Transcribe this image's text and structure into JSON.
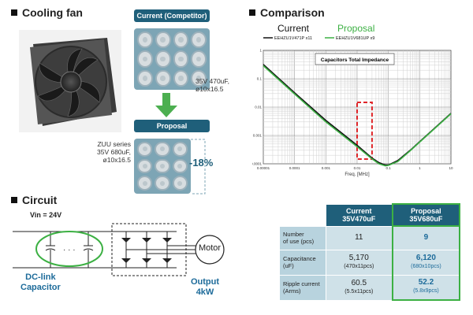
{
  "sections": {
    "fan": "Cooling fan",
    "comparison": "Comparison",
    "circuit": "Circuit"
  },
  "fan": {
    "current_label": "Current (Competitor)",
    "current_spec": [
      "35V 470uF,",
      "ø10x16.5"
    ],
    "proposal_label": "Proposal",
    "proposal_spec": [
      "ZUU series",
      "35V 680uF,",
      "ø10x16.5"
    ],
    "reduction": "-18%",
    "current_caps": 12,
    "proposal_caps": 9
  },
  "chart_data": {
    "type": "line",
    "title": "Capacitors Total Impedance",
    "xlabel": "Freq. [MHz]",
    "ylabel": "",
    "x_scale": "log",
    "y_scale": "log",
    "xlim": [
      1e-05,
      10
    ],
    "ylim": [
      0.0001,
      1
    ],
    "x_ticks": [
      "0.00001",
      "0.0001",
      "0.001",
      "0.01",
      "0.1",
      "1",
      "10"
    ],
    "y_ticks": [
      "1",
      "0.1",
      "0.01",
      "0.001",
      "0.0001"
    ],
    "legend_titles": {
      "current": "Current",
      "proposal": "Proposal"
    },
    "grid": true,
    "highlight_x_range": [
      0.01,
      0.03
    ],
    "series": [
      {
        "name": "EEHZU1V471P x11",
        "color": "#111111",
        "x": [
          1e-05,
          0.0001,
          0.001,
          0.01,
          0.03,
          0.05,
          0.08,
          0.1,
          0.2,
          0.5,
          1,
          10
        ],
        "y": [
          0.32,
          0.032,
          0.0034,
          0.00045,
          0.00016,
          0.00011,
          9e-05,
          9e-05,
          0.00013,
          0.0003,
          0.0006,
          0.006
        ]
      },
      {
        "name": "EEHZU1V681UP x9",
        "color": "#3cb043",
        "x": [
          1e-05,
          0.0001,
          0.001,
          0.01,
          0.03,
          0.05,
          0.08,
          0.1,
          0.2,
          0.5,
          1,
          10
        ],
        "y": [
          0.29,
          0.029,
          0.003,
          0.0004,
          0.00015,
          0.0001,
          8.5e-05,
          8.8e-05,
          0.00012,
          0.00029,
          0.00058,
          0.0058
        ]
      }
    ]
  },
  "circuit": {
    "vin": "Vin = 24V",
    "dclink": [
      "DC-link",
      "Capacitor"
    ],
    "motor": "Motor",
    "output": [
      "Output",
      "4kW"
    ],
    "dots": "· · ·"
  },
  "table": {
    "headers": [
      {
        "top": "Current",
        "bottom": "35V470uF"
      },
      {
        "top": "Proposal",
        "bottom": "35V680uF"
      }
    ],
    "rows": [
      {
        "label": [
          "Number",
          "of use (pcs)"
        ],
        "current": "11",
        "current_sub": "",
        "proposal": "9",
        "proposal_sub": ""
      },
      {
        "label": [
          "Capacitance",
          "(uF)"
        ],
        "current": "5,170",
        "current_sub": "(470x11pcs)",
        "proposal": "6,120",
        "proposal_sub": "(680x10pcs)"
      },
      {
        "label": [
          "Ripple current",
          "(Arms)"
        ],
        "current": "60.5",
        "current_sub": "(5.5x11pcs)",
        "proposal": "52.2",
        "proposal_sub": "(5.8x9pcs)"
      }
    ]
  },
  "colors": {
    "accent": "#1f5f7a",
    "green": "#3cb043",
    "arrow": "#4caf50",
    "highlight": "#e0262a"
  }
}
